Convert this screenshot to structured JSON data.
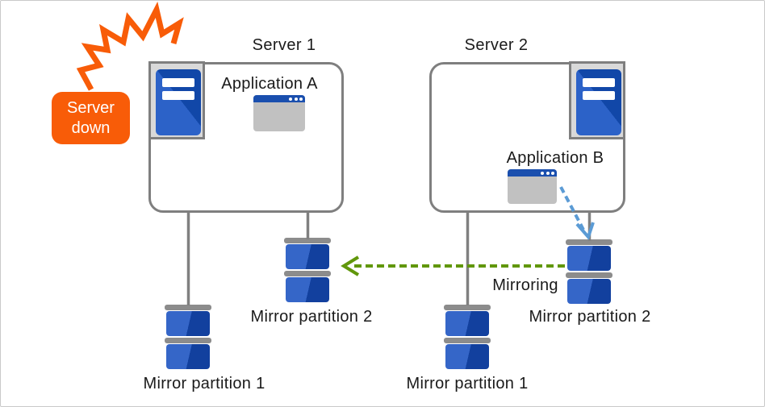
{
  "colors": {
    "accent_orange": "#F85C08",
    "box_border": "#7F7F7F",
    "line_gray": "#808080",
    "bar_gray": "#8C8C8C",
    "server_blue_dark": "#1147A8",
    "server_blue_light": "#2C62C8",
    "disk_blue_light": "#3566C8",
    "disk_blue_dark": "#12409E",
    "titlebar_blue": "#1A4FAE",
    "window_gray": "#C1C1C1",
    "mirror_green": "#61970B",
    "arrow_blue": "#5B9BD5",
    "frame_gray": "#D9D9D9",
    "text": "#1A1A1A",
    "page_border": "#C9C9C9"
  },
  "badge": {
    "line1": "Server",
    "line2": "down"
  },
  "servers": [
    {
      "title": "Server 1",
      "app_label": "Application A"
    },
    {
      "title": "Server 2",
      "app_label": "Application B"
    }
  ],
  "labels": {
    "mirroring": "Mirroring",
    "s1_partition1": "Mirror partition 1",
    "s1_partition2": "Mirror partition 2",
    "s2_partition1": "Mirror partition 1",
    "s2_partition2": "Mirror partition 2"
  },
  "icons": {
    "crash": "crash-burst-icon",
    "server": "server-icon",
    "app_window": "app-window-icon",
    "disk": "disk-stack-icon",
    "mirror_arrow": "mirroring-dashed-arrow-left",
    "write_arrow": "app-write-dashed-arrow"
  }
}
